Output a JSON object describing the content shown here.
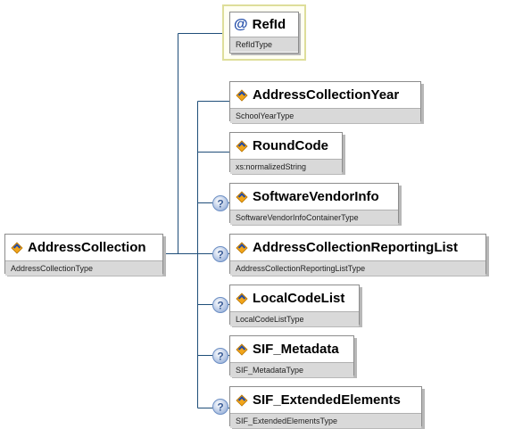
{
  "diagram": {
    "root": {
      "name": "AddressCollection",
      "type": "AddressCollectionType",
      "icon": "element-icon"
    },
    "attribute": {
      "symbol": "@",
      "name": "RefId",
      "type": "RefIdType",
      "icon": "attribute-icon"
    },
    "children": [
      {
        "name": "AddressCollectionYear",
        "type": "SchoolYearType",
        "optional": false
      },
      {
        "name": "RoundCode",
        "type": "xs:normalizedString",
        "optional": false
      },
      {
        "name": "SoftwareVendorInfo",
        "type": "SoftwareVendorInfoContainerType",
        "optional": true
      },
      {
        "name": "AddressCollectionReportingList",
        "type": "AddressCollectionReportingListType",
        "optional": true
      },
      {
        "name": "LocalCodeList",
        "type": "LocalCodeListType",
        "optional": true
      },
      {
        "name": "SIF_Metadata",
        "type": "SIF_MetadataType",
        "optional": true
      },
      {
        "name": "SIF_ExtendedElements",
        "type": "SIF_ExtendedElementsType",
        "optional": true
      }
    ],
    "colors": {
      "connector": "#1f4e79",
      "node_border": "#8c8c8c",
      "type_band": "#d9d9d9",
      "attribute_frame": "#dede9a",
      "optional_badge": "#6d8fc4"
    }
  }
}
